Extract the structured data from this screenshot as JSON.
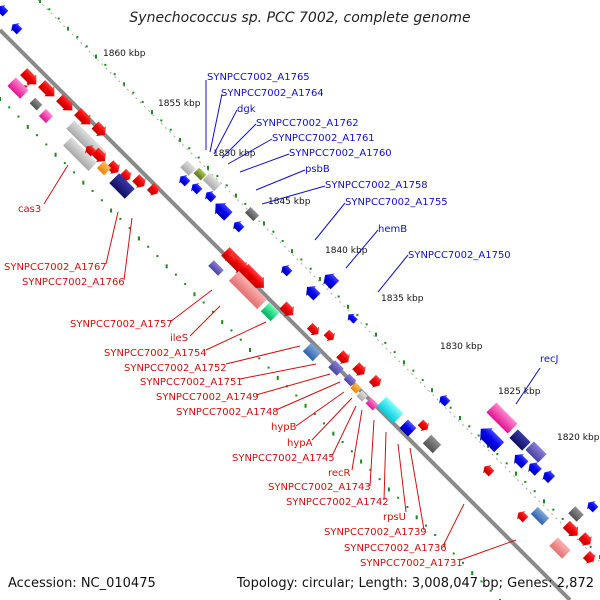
{
  "title": "Synechococcus sp. PCC 7002, complete genome",
  "footer": {
    "accession": "Accession: NC_010475",
    "info": "Topology: circular; Length: 3,008,047 bp; Genes: 2,872"
  },
  "colors": {
    "backbone": "#8a8a8a",
    "forward_label": "#1010c8",
    "reverse_label": "#d01010",
    "gc_dots": "#1a8a1a"
  },
  "ticks": [
    "1860 kbp",
    "1855 kbp",
    "1850 kbp",
    "1845 kbp",
    "1840 kbp",
    "1835 kbp",
    "1830 kbp",
    "1825 kbp",
    "1820 kbp"
  ],
  "forward_labels": [
    "SYNPCC7002_A1765",
    "SYNPCC7002_A1764",
    "dgk",
    "SYNPCC7002_A1762",
    "SYNPCC7002_A1761",
    "SYNPCC7002_A1760",
    "psbB",
    "SYNPCC7002_A1758",
    "SYNPCC7002_A1755",
    "hemB",
    "SYNPCC7002_A1750",
    "recJ"
  ],
  "reverse_labels": [
    "cas3",
    "SYNPCC7002_A1767",
    "SYNPCC7002_A1766",
    "SYNPCC7002_A1757",
    "ileS",
    "SYNPCC7002_A1754",
    "SYNPCC7002_A1752",
    "SYNPCC7002_A1751",
    "SYNPCC7002_A1749",
    "SYNPCC7002_A1748",
    "hypB",
    "hypA",
    "SYNPCC7002_A1745",
    "recR",
    "SYNPCC7002_A1743",
    "SYNPCC7002_A1742",
    "rpsU",
    "SYNPCC7002_A1739",
    "SYNPCC7002_A1736",
    "SYNPCC7002_A1731"
  ]
}
